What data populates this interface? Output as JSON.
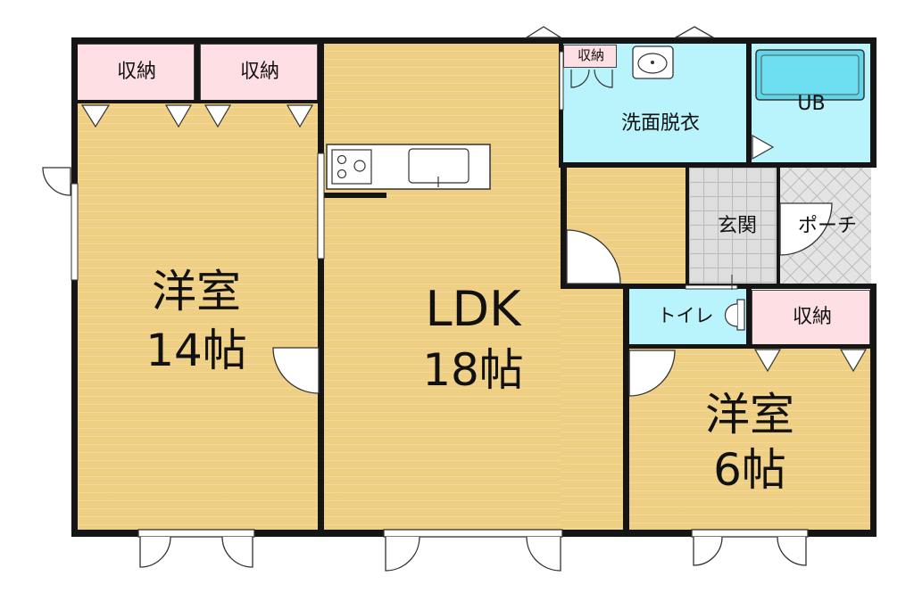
{
  "floorplan": {
    "rooms": {
      "western_large": {
        "name": "洋室",
        "size": "14帖"
      },
      "ldk": {
        "name": "LDK",
        "size": "18帖"
      },
      "western_small": {
        "name": "洋室",
        "size": "6帖"
      },
      "washroom": {
        "name": "洗面脱衣"
      },
      "bath": {
        "name": "UB"
      },
      "entrance": {
        "name": "玄関"
      },
      "porch": {
        "name": "ポーチ"
      },
      "toilet": {
        "name": "トイレ"
      }
    },
    "storage": {
      "closet_1": "収納",
      "closet_2": "収納",
      "closet_wash": "収納",
      "closet_small_room": "収納"
    }
  },
  "colors": {
    "wood": "#efcf83",
    "wet_area": "#b9f3fb",
    "storage": "#fddfe4",
    "wall": "#151515",
    "tile": "#dedede"
  }
}
